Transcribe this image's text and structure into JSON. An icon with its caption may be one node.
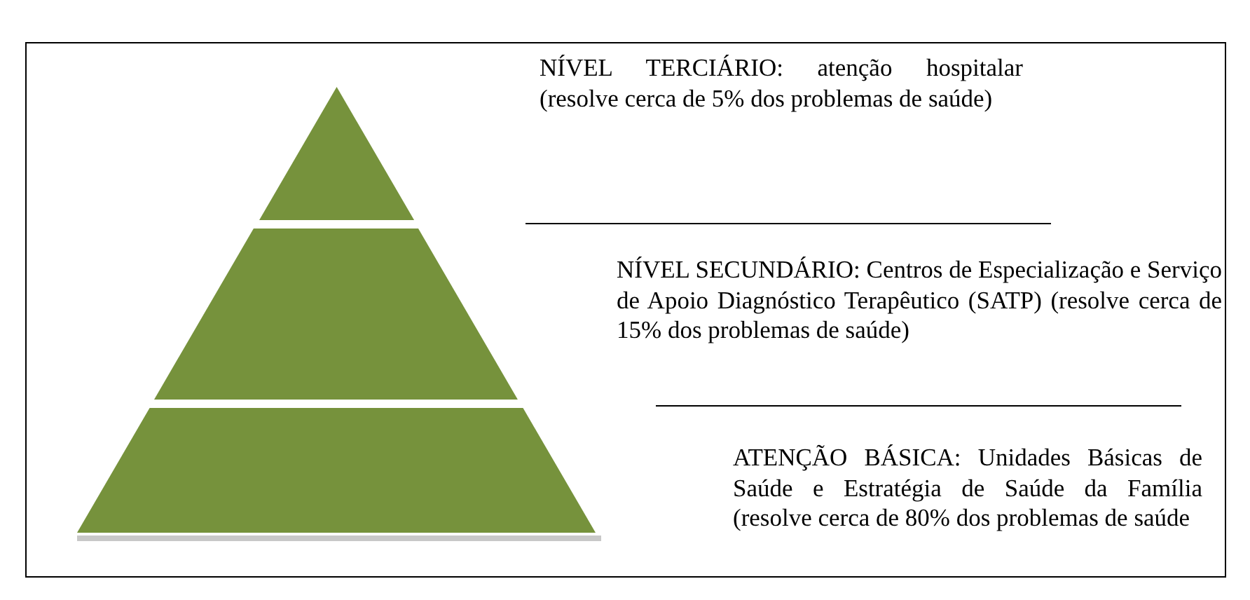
{
  "diagram": {
    "nodes": [
      {
        "text": [],
        "shape": "triangle"
      },
      {
        "text": [],
        "shape": "trapezoid"
      },
      {
        "text": [],
        "shape": "trapezoid"
      }
    ],
    "labels": [
      "NÍVEL TERCIÁRIO: atenção hospitalar (resolve cerca de 5% dos problemas de saúde)",
      "NÍVEL SECUNDÁRIO: Centros de Especialização e Serviço de Apoio Diagnóstico Terapêutico (SATP) (resolve cerca de 15% dos problemas de saúde)",
      "ATENÇÃO BÁSICA: Unidades Básicas de Saúde e Estratégia de Saúde da Família (resolve cerca de 80% dos problemas de saúde"
    ]
  }
}
